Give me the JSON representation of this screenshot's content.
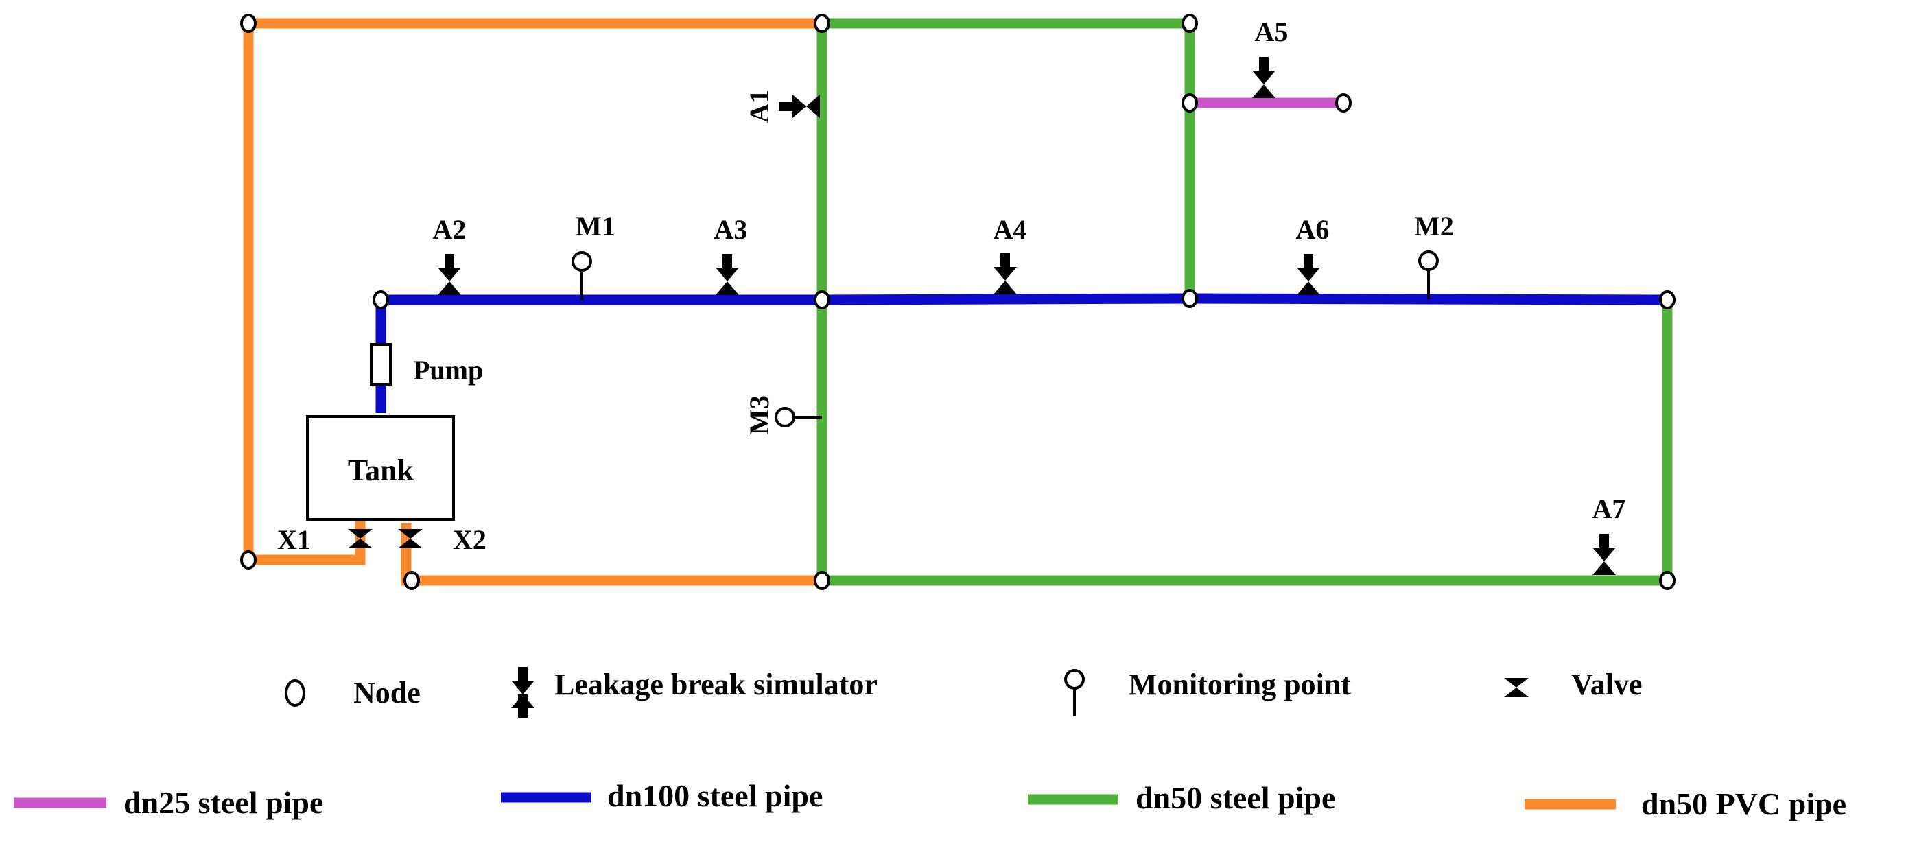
{
  "colors": {
    "dn25": "#cc55cc",
    "dn100": "#0a0ac8",
    "dn50_steel": "#4fb03c",
    "dn50_pvc": "#fb8a2c",
    "symbol": "#000000"
  },
  "components": {
    "tank": "Tank",
    "pump": "Pump"
  },
  "leakage_simulators": [
    "A1",
    "A2",
    "A3",
    "A4",
    "A5",
    "A6",
    "A7"
  ],
  "monitoring_points": [
    "M1",
    "M2",
    "M3"
  ],
  "valves": [
    "X1",
    "X2"
  ],
  "legend": {
    "node": "Node",
    "leakage": "Leakage break simulator",
    "monitoring": "Monitoring point",
    "valve": "Valve",
    "pipes": [
      {
        "key": "dn25",
        "label": "dn25 steel pipe"
      },
      {
        "key": "dn100",
        "label": "dn100 steel pipe"
      },
      {
        "key": "dn50_steel",
        "label": "dn50 steel pipe"
      },
      {
        "key": "dn50_pvc",
        "label": "dn50 PVC pipe"
      }
    ]
  }
}
